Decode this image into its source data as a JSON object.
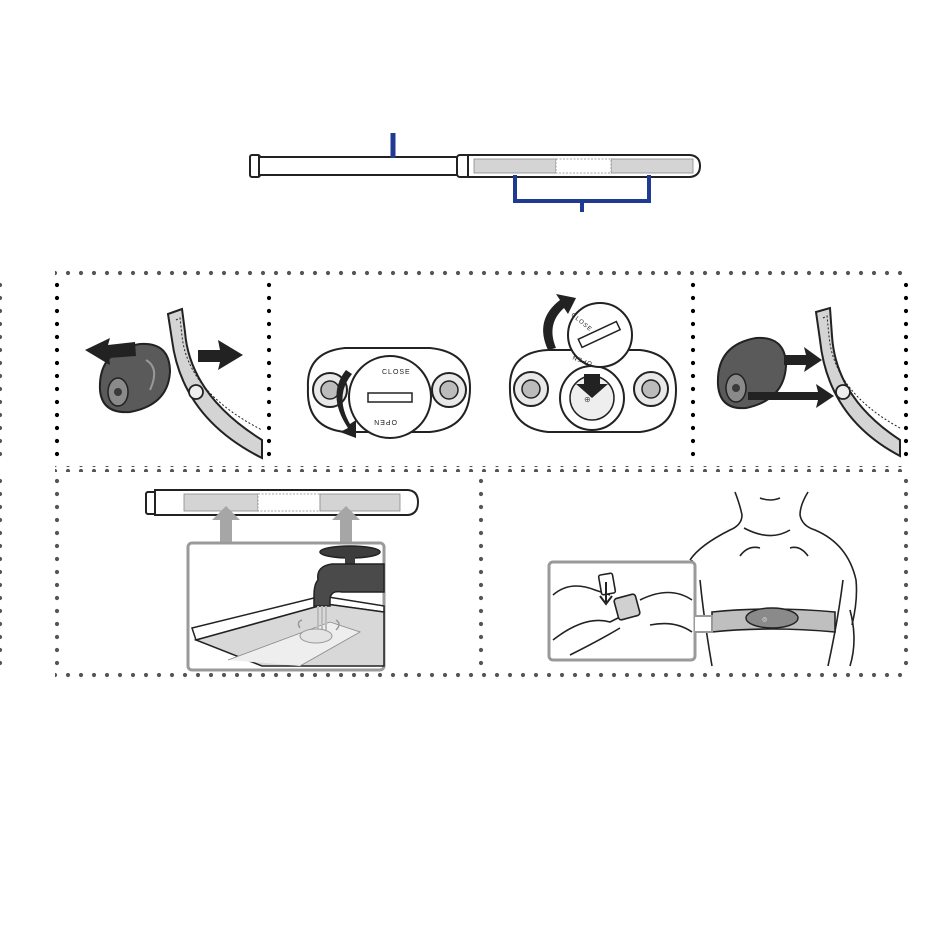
{
  "colors": {
    "callout": "#1f3a93",
    "outline": "#222222",
    "pad_fill": "#d4d4d4",
    "dots": "#555555",
    "arrow": "#222222",
    "inset_border": "#9a9a9a",
    "up_arrow": "#a6a6a6",
    "module_dark": "#5a5a5a"
  },
  "strap": {
    "callouts": [
      "strap-callout",
      "electrode-pads-callout"
    ]
  },
  "steps": [
    {
      "id": "detach-module",
      "icon": "arrows-apart-icon"
    },
    {
      "id": "open-battery-cover",
      "icon": "rotate-ccw-icon",
      "cover_labels": {
        "close": "CLOSE",
        "open": "OPEN"
      }
    },
    {
      "id": "replace-battery",
      "icon": "rotate-cw-icon",
      "cover_labels": {
        "close": "CLOSE",
        "open": "OPEN"
      }
    },
    {
      "id": "attach-module",
      "icon": "arrows-together-icon"
    },
    {
      "id": "moisten-electrodes",
      "icon": "water-tap-icon"
    },
    {
      "id": "fasten-strap",
      "icon": "buckle-icon"
    }
  ]
}
